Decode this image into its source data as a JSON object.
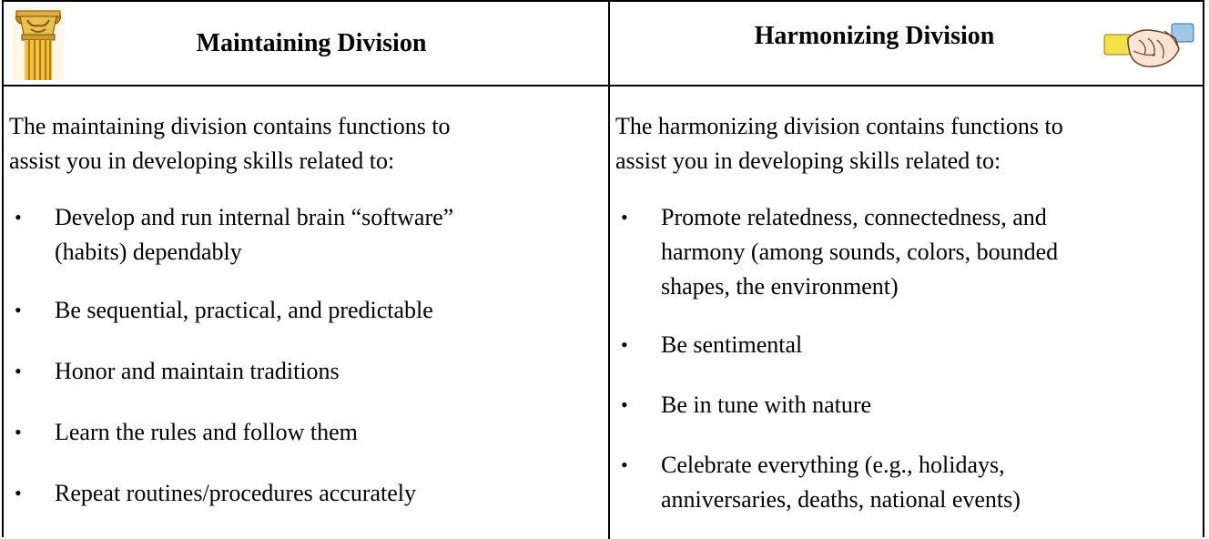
{
  "left": {
    "header": "Maintaining Division",
    "header_icon": "column-capital-icon",
    "intro_line1": "The maintaining division contains functions to",
    "intro_line2": "assist you in developing skills related to:",
    "bullets": [
      {
        "line1": "Develop and run internal brain “software”",
        "line2": "(habits) dependably"
      },
      {
        "line1": "Be sequential, practical, and predictable"
      },
      {
        "line1": "Honor and maintain traditions"
      },
      {
        "line1": "Learn the rules and follow them"
      },
      {
        "line1": "Repeat routines/procedures accurately"
      }
    ]
  },
  "right": {
    "header": "Harmonizing Division",
    "header_icon": "holding-hands-icon",
    "intro_line1": "The harmonizing division contains functions to",
    "intro_line2": "assist you in developing skills related to:",
    "bullets": [
      {
        "line1": "Promote relatedness, connectedness, and",
        "line2": "harmony (among sounds, colors, bounded",
        "line3": "shapes, the environment)"
      },
      {
        "line1": "Be sentimental"
      },
      {
        "line1": "Be in tune with nature"
      },
      {
        "line1": "Celebrate everything (e.g., holidays,",
        "line2": "anniversaries, deaths, national events)"
      }
    ]
  },
  "bullet_glyph": "•"
}
